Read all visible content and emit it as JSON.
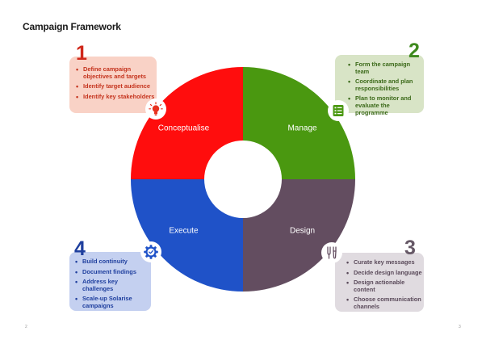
{
  "title": "Campaign Framework",
  "segments": [
    {
      "label": "Conceptualise",
      "color": "#ff0d0d"
    },
    {
      "label": "Manage",
      "color": "#4a9810"
    },
    {
      "label": "Design",
      "color": "#634d60"
    },
    {
      "label": "Execute",
      "color": "#1f52c8"
    }
  ],
  "cards": [
    {
      "number": "1",
      "items": [
        "Define campaign objectives and targets",
        "Identify target audience",
        "Identify key stakeholders"
      ],
      "icon": "lightbulb-icon"
    },
    {
      "number": "2",
      "items": [
        "Form the campaign team",
        "Coordinate and plan responsibilities",
        "Plan to monitor and evaluate the programme"
      ],
      "icon": "checklist-icon"
    },
    {
      "number": "3",
      "items": [
        "Curate key messages",
        "Decide design language",
        "Design actionable content",
        "Choose communication channels"
      ],
      "icon": "brush-icon"
    },
    {
      "number": "4",
      "items": [
        "Build continuity",
        "Document findings",
        "Address key challenges",
        "Scale-up Solarise campaigns"
      ],
      "icon": "gear-check-icon"
    }
  ],
  "colors": {
    "red": "#ff0d0d",
    "green": "#4a9810",
    "purple": "#634d60",
    "blue": "#1f52c8"
  },
  "page_numbers": {
    "left": "2",
    "right": "3"
  }
}
